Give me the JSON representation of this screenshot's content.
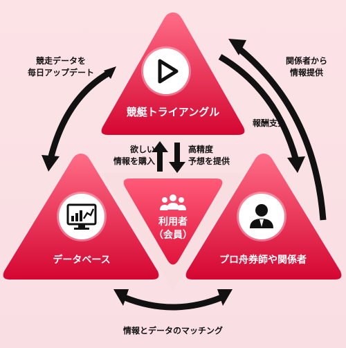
{
  "nodes": {
    "top": {
      "label": "競艇トライアングル",
      "icon": "play-logo-icon"
    },
    "left": {
      "label": "データベース",
      "icon": "chart-monitor-icon"
    },
    "right": {
      "label": "プロ舟券師や関係者",
      "icon": "person-icon"
    },
    "center": {
      "line1": "利用者",
      "line2": "（会員）",
      "icon": "group-users-icon"
    }
  },
  "flows": {
    "left_up": {
      "line1": "競走データを",
      "line2": "毎日アップデート"
    },
    "right_top": {
      "line1": "関係者から",
      "line2": "情報提供"
    },
    "right_mid": {
      "line1": "報酬支払"
    },
    "center_left": {
      "line1": "欲しい",
      "line2": "情報を購入"
    },
    "center_right": {
      "line1": "高精度",
      "line2": "予想を提供"
    },
    "bottom": {
      "line1": "情報とデータのマッチング"
    }
  },
  "colors": {
    "triangle_top": "#ff5b78",
    "triangle_bottom": "#d1052f",
    "arrow": "#111111",
    "background": "#fce3e6",
    "center_bg": "#fde9ec"
  }
}
